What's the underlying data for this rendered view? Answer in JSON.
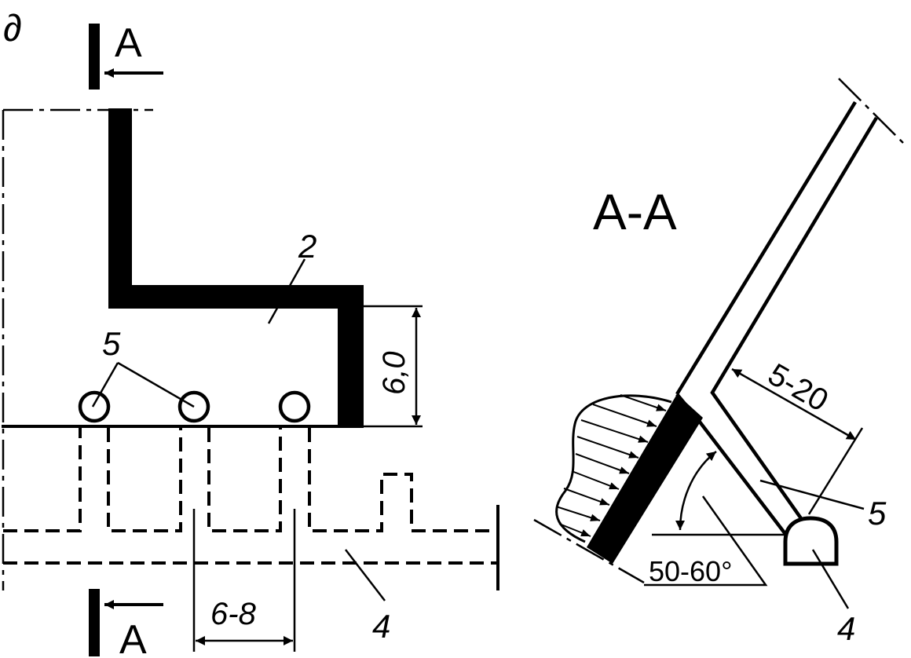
{
  "figure": {
    "panel_letter": "∂",
    "section_mark_top": "A",
    "section_mark_bottom": "A",
    "section_title": "A-A"
  },
  "plan_view": {
    "label_part_2": "2",
    "label_part_5": "5",
    "label_part_4": "4",
    "dim_height": "6,0",
    "dim_spacing": "6-8"
  },
  "section_view": {
    "dim_thickness": "5-20",
    "angle_label": "50-60°",
    "label_part_5": "5",
    "label_part_4": "4"
  },
  "colors": {
    "ink": "#000000",
    "paper": "#ffffff"
  }
}
